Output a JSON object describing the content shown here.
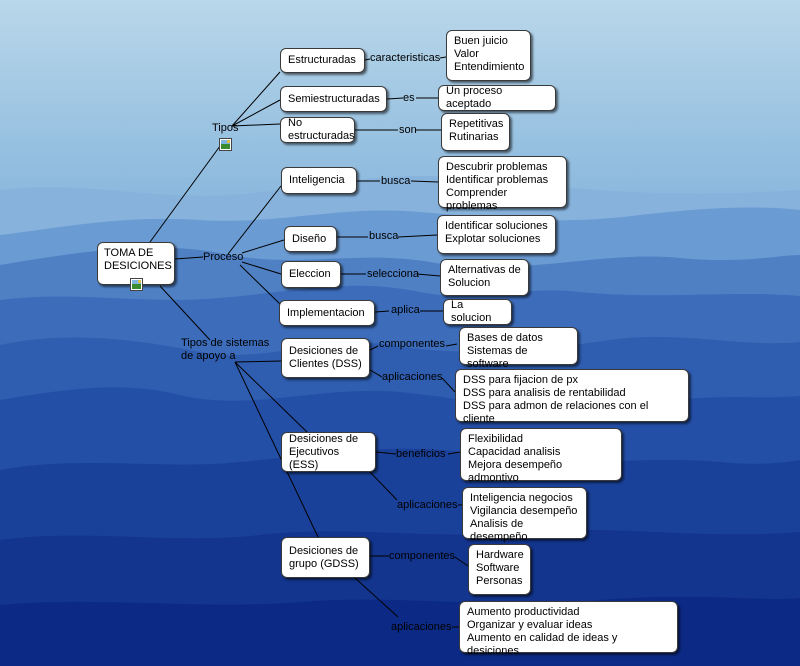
{
  "colors": {
    "sky_top": "#b9d7ea",
    "mountain_deep": "#0c2a85",
    "node_bg": "#ffffff",
    "line": "#000000"
  },
  "root": {
    "label": "TOMA DE\nDESICIONES",
    "icon": "image-icon"
  },
  "branches": {
    "tipos": "Tipos",
    "proceso": "Proceso",
    "sistemas": "Tipos de sistemas\nde apoyo a"
  },
  "tipos": {
    "estructuradas": "Estructuradas",
    "caracteristicas": "caracteristicas",
    "caracteristicas_list": "Buen juicio\nValor\nEntendimiento",
    "semiestructuradas": "Semiestructuradas",
    "es": "es",
    "es_value": "Un proceso aceptado",
    "no_estructuradas": "No estructuradas",
    "son": "son",
    "son_list": "Repetitivas\nRutinarias",
    "icon": "image-icon"
  },
  "proceso": {
    "inteligencia": "Inteligencia",
    "busca1": "busca",
    "busca1_list": "Descubrir problemas\nIdentificar problemas\nComprender problemas",
    "diseno": "Diseño",
    "busca2": "busca",
    "busca2_list": "Identificar soluciones\nExplotar soluciones",
    "eleccion": "Eleccion",
    "selecciona": "selecciona",
    "selecciona_list": "Alternativas de\nSolucion",
    "implementacion": "Implementacion",
    "aplica": "aplica",
    "aplica_value": "La solucion"
  },
  "sistemas": {
    "dss": "Desiciones de\nClientes (DSS)",
    "dss_componentes": "componentes",
    "dss_componentes_list": "Bases de datos\nSistemas de software",
    "dss_aplicaciones": "aplicaciones",
    "dss_aplicaciones_list": "DSS para fijacion de px\nDSS para analisis de rentabilidad\nDSS para admon de relaciones  con el cliente",
    "ess": "Desiciones de\nEjecutivos (ESS)",
    "ess_beneficios": "beneficios",
    "ess_beneficios_list": "Flexibilidad\nCapacidad analisis\nMejora desempeño admontivo",
    "ess_aplicaciones": "aplicaciones",
    "ess_aplicaciones_list": "Inteligencia negocios\nVigilancia desempeño\nAnalisis de desempeño",
    "gdss": "Desiciones de\ngrupo (GDSS)",
    "gdss_componentes": "componentes",
    "gdss_componentes_list": "Hardware\nSoftware\nPersonas",
    "gdss_aplicaciones": "aplicaciones",
    "gdss_aplicaciones_list": "Aumento productividad\nOrganizar y evaluar ideas\nAumento en calidad de ideas y desiciones"
  }
}
